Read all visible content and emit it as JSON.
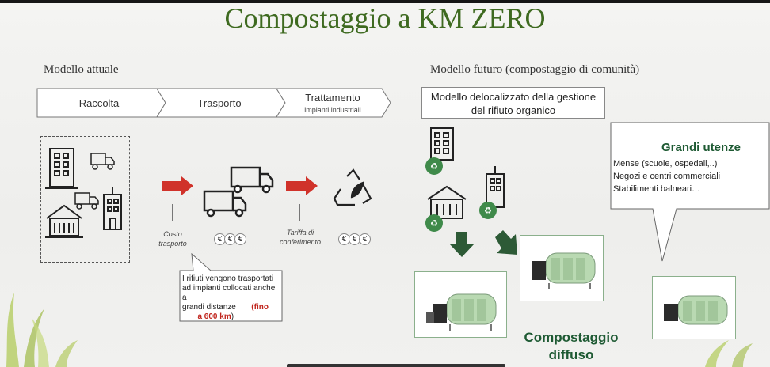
{
  "title": "Compostaggio a KM ZERO",
  "current_model": {
    "heading": "Modello attuale",
    "steps": [
      {
        "label": "Raccolta"
      },
      {
        "label": "Trasporto"
      },
      {
        "label": "Trattamento",
        "sublabel": "impianti industriali"
      }
    ],
    "costs": [
      {
        "line1": "Costo",
        "line2": "trasporto",
        "currency": "€€€"
      },
      {
        "line1": "Tariffa di",
        "line2": "conferimento",
        "currency": "€€€"
      }
    ],
    "callout": {
      "line1": "I rifiuti vengono trasportati",
      "line2": "ad impianti collocati anche a",
      "line3": "grandi distanze",
      "highlight1": "(fino",
      "highlight2": "a 600 km",
      "closing": ")"
    }
  },
  "future_model": {
    "heading": "Modello futuro (compostaggio di comunità)",
    "box_line1": "Modello delocalizzato della gestione",
    "box_line2": "del rifiuto organico",
    "diffuse_line1": "Compostaggio",
    "diffuse_line2": "diffuso",
    "bubble": {
      "title": "Grandi utenze",
      "items": [
        "Mense (scuole,  ospedali,..)",
        "Negozi e centri commerciali",
        "Stabilimenti balneari…"
      ]
    }
  },
  "colors": {
    "title_green": "#3e6a20",
    "accent_red": "#c0241c",
    "dark_green": "#1e5a33",
    "badge_green": "#3f8a4a"
  }
}
